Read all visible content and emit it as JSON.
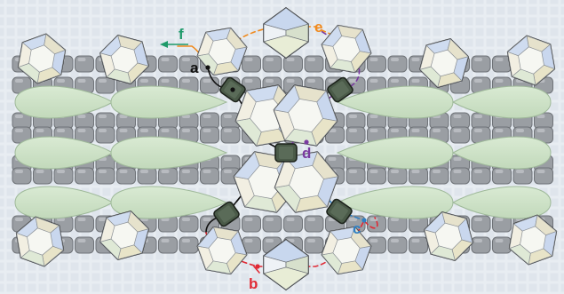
{
  "diagram": {
    "type": "bead-weaving thread-path diagram",
    "labels": [
      {
        "id": "a",
        "text": "a",
        "color": "#111111"
      },
      {
        "id": "b",
        "text": "b",
        "color": "#e02a35"
      },
      {
        "id": "c",
        "text": "c",
        "color": "#2f7fc4"
      },
      {
        "id": "d",
        "text": "d",
        "color": "#7a3aa0"
      },
      {
        "id": "e",
        "text": "e",
        "color": "#f08a1e"
      },
      {
        "id": "f",
        "text": "f",
        "color": "#1f9a6a"
      }
    ],
    "colors": {
      "background": "#dfe5ec",
      "seed_bead": "#9a9ea3",
      "petal_bead": "#cfe3c8",
      "cube_bead": "#4a5a48",
      "thread_a": "#111111",
      "thread_b": "#e02a35",
      "thread_c": "#2f7fc4",
      "thread_d": "#7a3aa0",
      "thread_e": "#f08a1e",
      "thread_f": "#1f9a6a"
    },
    "icons": [
      "bicone-crystal-icon",
      "rivoli-crystal-icon",
      "cube-bead-icon",
      "seed-bead-icon",
      "petal-bead-icon",
      "arrow-head-icon"
    ]
  }
}
